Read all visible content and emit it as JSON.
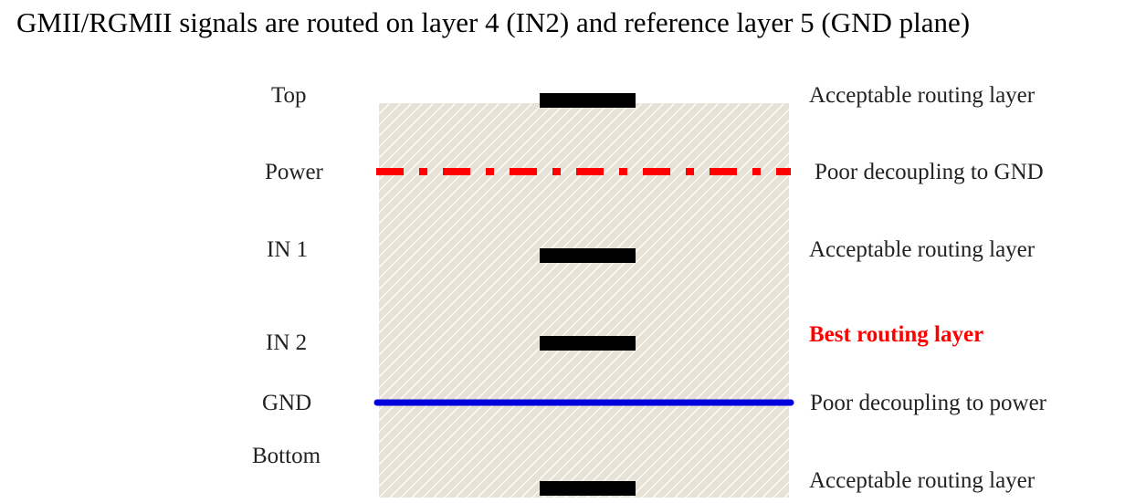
{
  "title": "GMII/RGMII signals are routed on layer 4 (IN2) and reference layer 5 (GND plane)",
  "layers": [
    {
      "name": "Top",
      "note": "Acceptable routing layer",
      "kind": "signal",
      "best": false
    },
    {
      "name": "Power",
      "note": "Poor decoupling to GND",
      "kind": "power-plane",
      "best": false
    },
    {
      "name": "IN 1",
      "note": "Acceptable routing layer",
      "kind": "signal",
      "best": false
    },
    {
      "name": "IN 2",
      "note": "Best routing layer",
      "kind": "signal",
      "best": true
    },
    {
      "name": "GND",
      "note": "Poor decoupling to power",
      "kind": "ground-plane",
      "best": false
    },
    {
      "name": "Bottom",
      "note": "Acceptable routing layer",
      "kind": "signal",
      "best": false
    }
  ],
  "colors": {
    "power_plane": "#ff0000",
    "ground_plane": "#0000dd",
    "trace": "#000000",
    "best_note": "#ff0000",
    "dielectric_fill": "#e6e3d6",
    "dielectric_hatch": "#ffffff"
  }
}
